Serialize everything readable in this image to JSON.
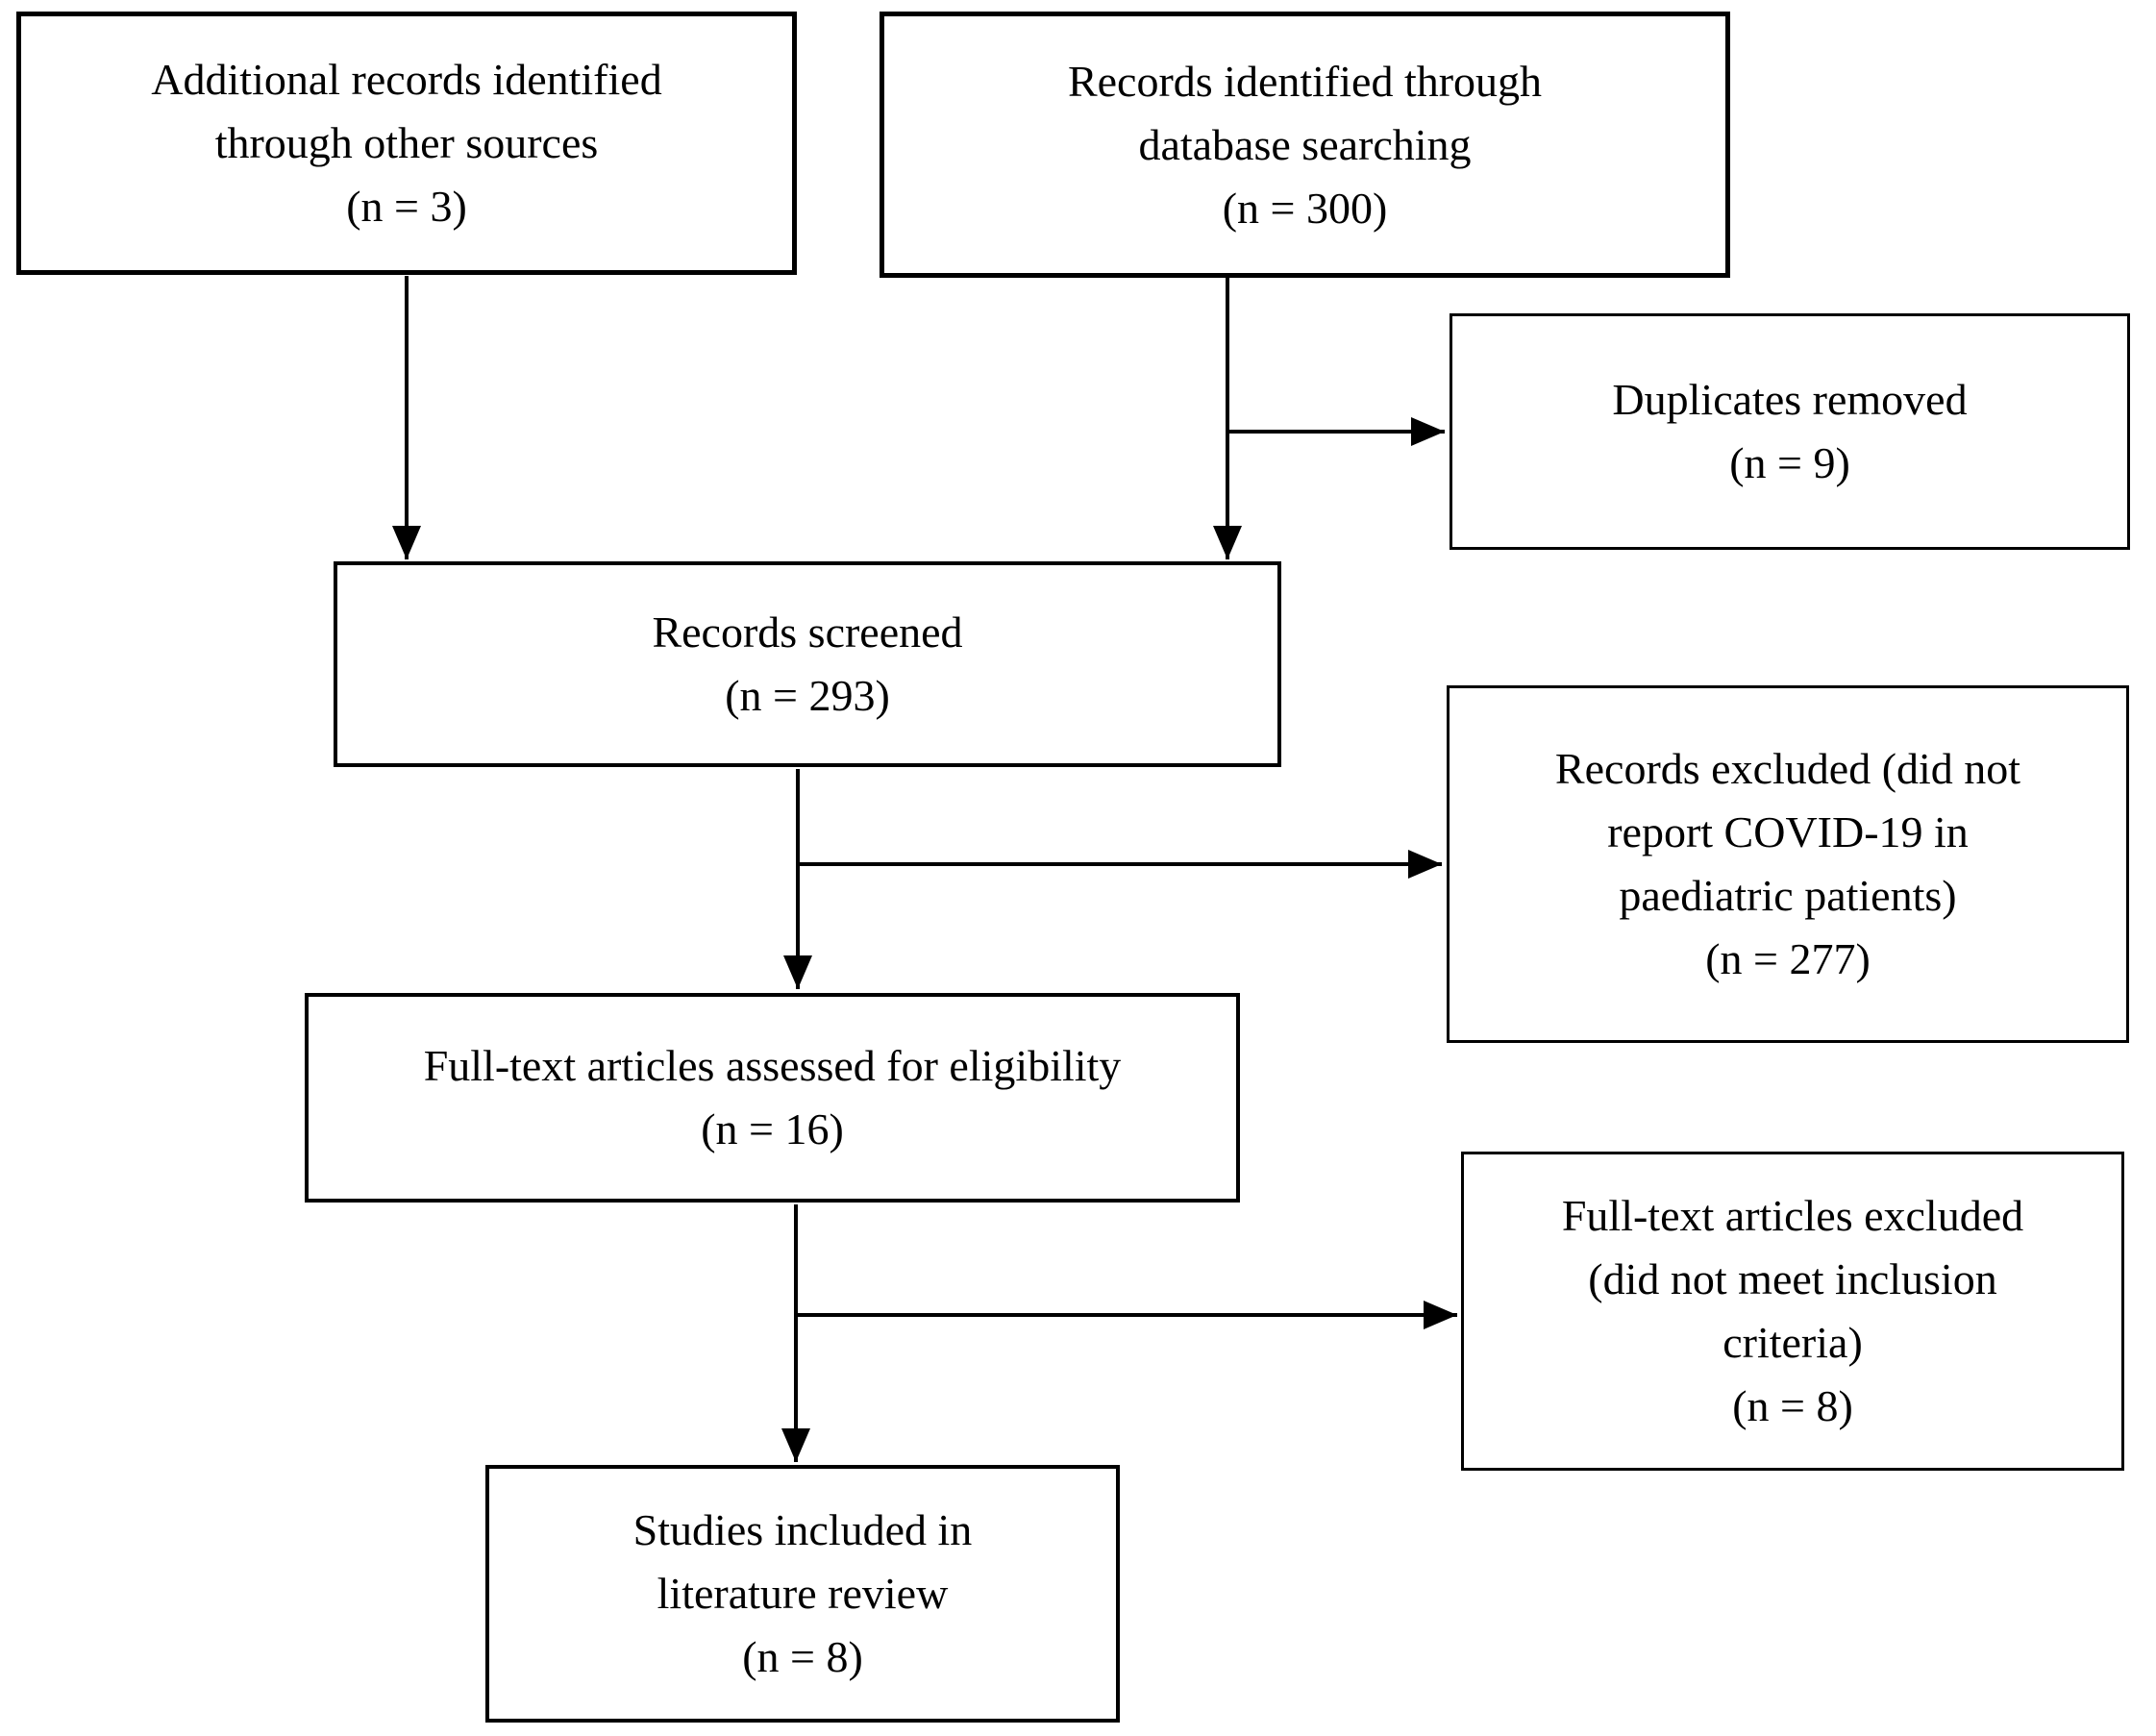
{
  "figure": {
    "type": "flow-diagram",
    "colors": {
      "background": "#ffffff",
      "box_border": "#000000",
      "text": "#000000",
      "arrow": "#000000"
    },
    "boxes": [
      {
        "id": "additional-records",
        "lines": [
          "Additional records identified",
          "through other sources",
          "(n = 3)"
        ]
      },
      {
        "id": "records-identified",
        "lines": [
          "Records identified through",
          "database searching",
          "(n = 300)"
        ]
      },
      {
        "id": "duplicates-removed",
        "lines": [
          "Duplicates removed",
          "(n = 9)"
        ]
      },
      {
        "id": "records-screened",
        "lines": [
          "Records screened",
          "(n = 293)"
        ]
      },
      {
        "id": "records-excluded",
        "lines": [
          "Records excluded (did not",
          "report COVID-19 in",
          "paediatric patients)",
          "(n = 277)"
        ]
      },
      {
        "id": "fulltext-assessed",
        "lines": [
          "Full-text articles assessed for eligibility",
          "(n = 16)"
        ]
      },
      {
        "id": "fulltext-excluded",
        "lines": [
          "Full-text articles excluded",
          "(did not meet inclusion",
          "criteria)",
          "(n = 8)"
        ]
      },
      {
        "id": "studies-included",
        "lines": [
          "Studies included in",
          "literature review",
          "(n = 8)"
        ]
      }
    ],
    "edges": [
      {
        "from": "additional-records",
        "to": "records-screened"
      },
      {
        "from": "records-identified",
        "to": "records-screened"
      },
      {
        "from": "records-identified",
        "to": "duplicates-removed"
      },
      {
        "from": "records-screened",
        "to": "fulltext-assessed"
      },
      {
        "from": "records-screened",
        "to": "records-excluded"
      },
      {
        "from": "fulltext-assessed",
        "to": "studies-included"
      },
      {
        "from": "fulltext-assessed",
        "to": "fulltext-excluded"
      }
    ]
  }
}
